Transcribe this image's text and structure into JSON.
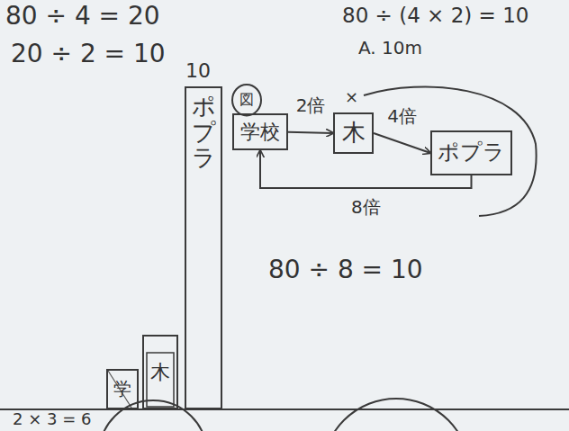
{
  "diagram": {
    "nodes": [
      {
        "text": [
          "図"
        ]
      },
      {
        "text": [
          "学校"
        ]
      },
      {
        "text": [
          "木"
        ]
      },
      {
        "text": [
          "ポプラ"
        ]
      },
      {
        "text": [
          "ポプラ"
        ]
      },
      {
        "text": [
          "学"
        ]
      },
      {
        "text": [
          "木"
        ]
      }
    ],
    "edges": [
      {
        "from": 1,
        "to": 2,
        "label": "2倍",
        "arrow": "to"
      },
      {
        "from": 2,
        "to": 3,
        "label": "4倍",
        "arrow": "to"
      },
      {
        "from": 3,
        "to": 1,
        "label": "8倍",
        "arrow": "to"
      }
    ],
    "labels": [
      "80 ÷ 4 = 20",
      "20 ÷ 2 = 10",
      "80 ÷ (4 × 2) = 10",
      "A. 10m",
      "×",
      "80 ÷ 8 = 10",
      "10",
      "2 × 3 = 6"
    ]
  }
}
